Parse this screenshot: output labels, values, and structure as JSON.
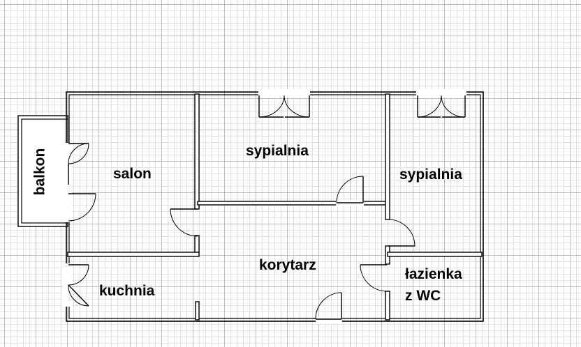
{
  "rooms": {
    "balkon": "balkon",
    "salon": "salon",
    "sypialnia_1": "sypialnia",
    "sypialnia_2": "sypialnia",
    "korytarz": "korytarz",
    "kuchnia": "kuchnia",
    "lazienka_line1": "łazienka",
    "lazienka_line2": "z WC"
  }
}
